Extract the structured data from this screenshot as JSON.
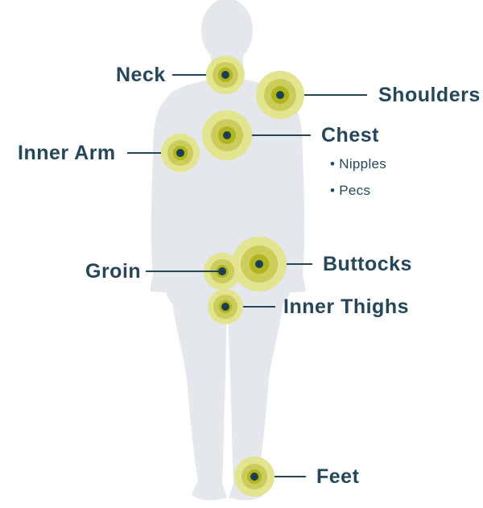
{
  "colors": {
    "silhouette": "#e4e8ec",
    "label_text": "#24475a",
    "leader_line": "#24475a",
    "ring_outer": "#e2e490",
    "ring_middle": "#cccc5a",
    "ring_inner": "#b0b41e",
    "dot": "#1c3f52"
  },
  "figure": {
    "icon": "human-body-silhouette"
  },
  "markers": [
    {
      "id": "neck",
      "label": "Neck"
    },
    {
      "id": "shoulders",
      "label": "Shoulders"
    },
    {
      "id": "chest",
      "label": "Chest",
      "sub_items": [
        "• Nipples",
        "• Pecs"
      ]
    },
    {
      "id": "inner-arm",
      "label": "Inner Arm"
    },
    {
      "id": "groin",
      "label": "Groin"
    },
    {
      "id": "buttocks",
      "label": "Buttocks"
    },
    {
      "id": "inner-thighs",
      "label": "Inner Thighs"
    },
    {
      "id": "feet",
      "label": "Feet"
    }
  ]
}
